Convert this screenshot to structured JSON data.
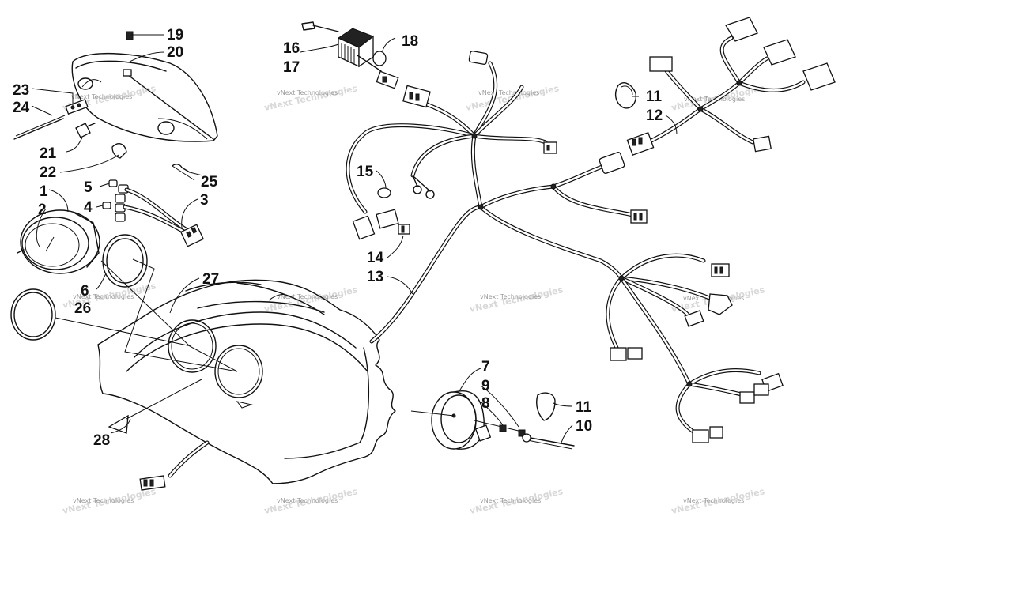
{
  "watermark": "vNext Technologies",
  "callouts": [
    {
      "id": "c19",
      "label": "19"
    },
    {
      "id": "c20",
      "label": "20"
    },
    {
      "id": "c23",
      "label": "23"
    },
    {
      "id": "c24",
      "label": "24"
    },
    {
      "id": "c21",
      "label": "21"
    },
    {
      "id": "c22",
      "label": "22"
    },
    {
      "id": "c25",
      "label": "25"
    },
    {
      "id": "c1",
      "label": "1"
    },
    {
      "id": "c2",
      "label": "2"
    },
    {
      "id": "c5",
      "label": "5"
    },
    {
      "id": "c4",
      "label": "4"
    },
    {
      "id": "c3",
      "label": "3"
    },
    {
      "id": "c6",
      "label": "6"
    },
    {
      "id": "c26",
      "label": "26"
    },
    {
      "id": "c27",
      "label": "27"
    },
    {
      "id": "c28",
      "label": "28"
    },
    {
      "id": "c16",
      "label": "16"
    },
    {
      "id": "c17",
      "label": "17"
    },
    {
      "id": "c18",
      "label": "18"
    },
    {
      "id": "c15",
      "label": "15"
    },
    {
      "id": "c14",
      "label": "14"
    },
    {
      "id": "c13",
      "label": "13"
    },
    {
      "id": "c7",
      "label": "7"
    },
    {
      "id": "c9",
      "label": "9"
    },
    {
      "id": "c8",
      "label": "8"
    },
    {
      "id": "c11a",
      "label": "11"
    },
    {
      "id": "c10",
      "label": "10"
    },
    {
      "id": "c11b",
      "label": "11"
    },
    {
      "id": "c12",
      "label": "12"
    }
  ]
}
